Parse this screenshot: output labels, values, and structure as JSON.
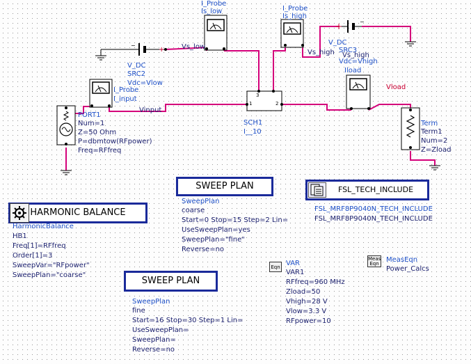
{
  "probes": {
    "low": {
      "type": "I_Probe",
      "name": "Is_low"
    },
    "high": {
      "type": "I_Probe",
      "name": "Is_high"
    },
    "input": {
      "type": "I_Probe",
      "name": "I_input"
    },
    "load": {
      "type": "I_Probe",
      "name": "Iload"
    }
  },
  "sources": {
    "src2": {
      "type": "V_DC",
      "name": "SRC2",
      "param": "Vdc=Vlow"
    },
    "src3": {
      "type": "V_DC",
      "name": "SRC3",
      "param": "Vdc=Vhigh"
    }
  },
  "nets": {
    "vs_low": "Vs_low",
    "vs_high": "Vs_high",
    "vinput": "Vinput",
    "vload": "Vload"
  },
  "port": {
    "name": "PORT1",
    "num": "Num=1",
    "z": "Z=50 Ohm",
    "p": "P=dbmtow(RFpower)",
    "freq": "Freq=RFfreq"
  },
  "sch": {
    "name": "SCH1",
    "model": "I__10",
    "pin1": "1",
    "pin2": "2",
    "pin3": "3"
  },
  "term": {
    "type": "Term",
    "name": "Term1",
    "num": "Num=2",
    "z": "Z=Zload"
  },
  "hb": {
    "title": "HARMONIC BALANCE",
    "type": "HarmonicBalance",
    "name": "HB1",
    "lines": [
      "Freq[1]=RFfreq",
      "Order[1]=3",
      "SweepVar=\"RFpower\"",
      "SweepPlan=\"coarse\""
    ]
  },
  "sweep1": {
    "title": "SWEEP PLAN",
    "type": "SweepPlan",
    "name": "coarse",
    "lines": [
      "Start=0 Stop=15 Step=2 Lin=",
      "UseSweepPlan=yes",
      "SweepPlan=\"fine\"",
      "Reverse=no"
    ]
  },
  "sweep2": {
    "title": "SWEEP PLAN",
    "type": "SweepPlan",
    "name": "fine",
    "lines": [
      "Start=16 Stop=30 Step=1 Lin=",
      "UseSweepPlan=",
      "SweepPlan=",
      "Reverse=no"
    ]
  },
  "include": {
    "title": "FSL_TECH_INCLUDE",
    "line1": "FSL_MRF8P9040N_TECH_INCLUDE",
    "line2": "FSL_MRF8P9040N_TECH_INCLUDE"
  },
  "var": {
    "type": "VAR",
    "name": "VAR1",
    "icon": "Eqn",
    "lines": [
      "RFfreq=960 MHz",
      "Zload=50",
      "Vhigh=28 V",
      "Vlow=3.3 V",
      "RFpower=10"
    ]
  },
  "meas": {
    "type": "MeasEqn",
    "name": "Power_Calcs",
    "icon_top": "Meas",
    "icon_bottom": "Eqn"
  },
  "colors": {
    "wire": "#d4007a",
    "label": "#1e50c8",
    "net": "#cc0033",
    "outline": "#1a2a9a"
  }
}
